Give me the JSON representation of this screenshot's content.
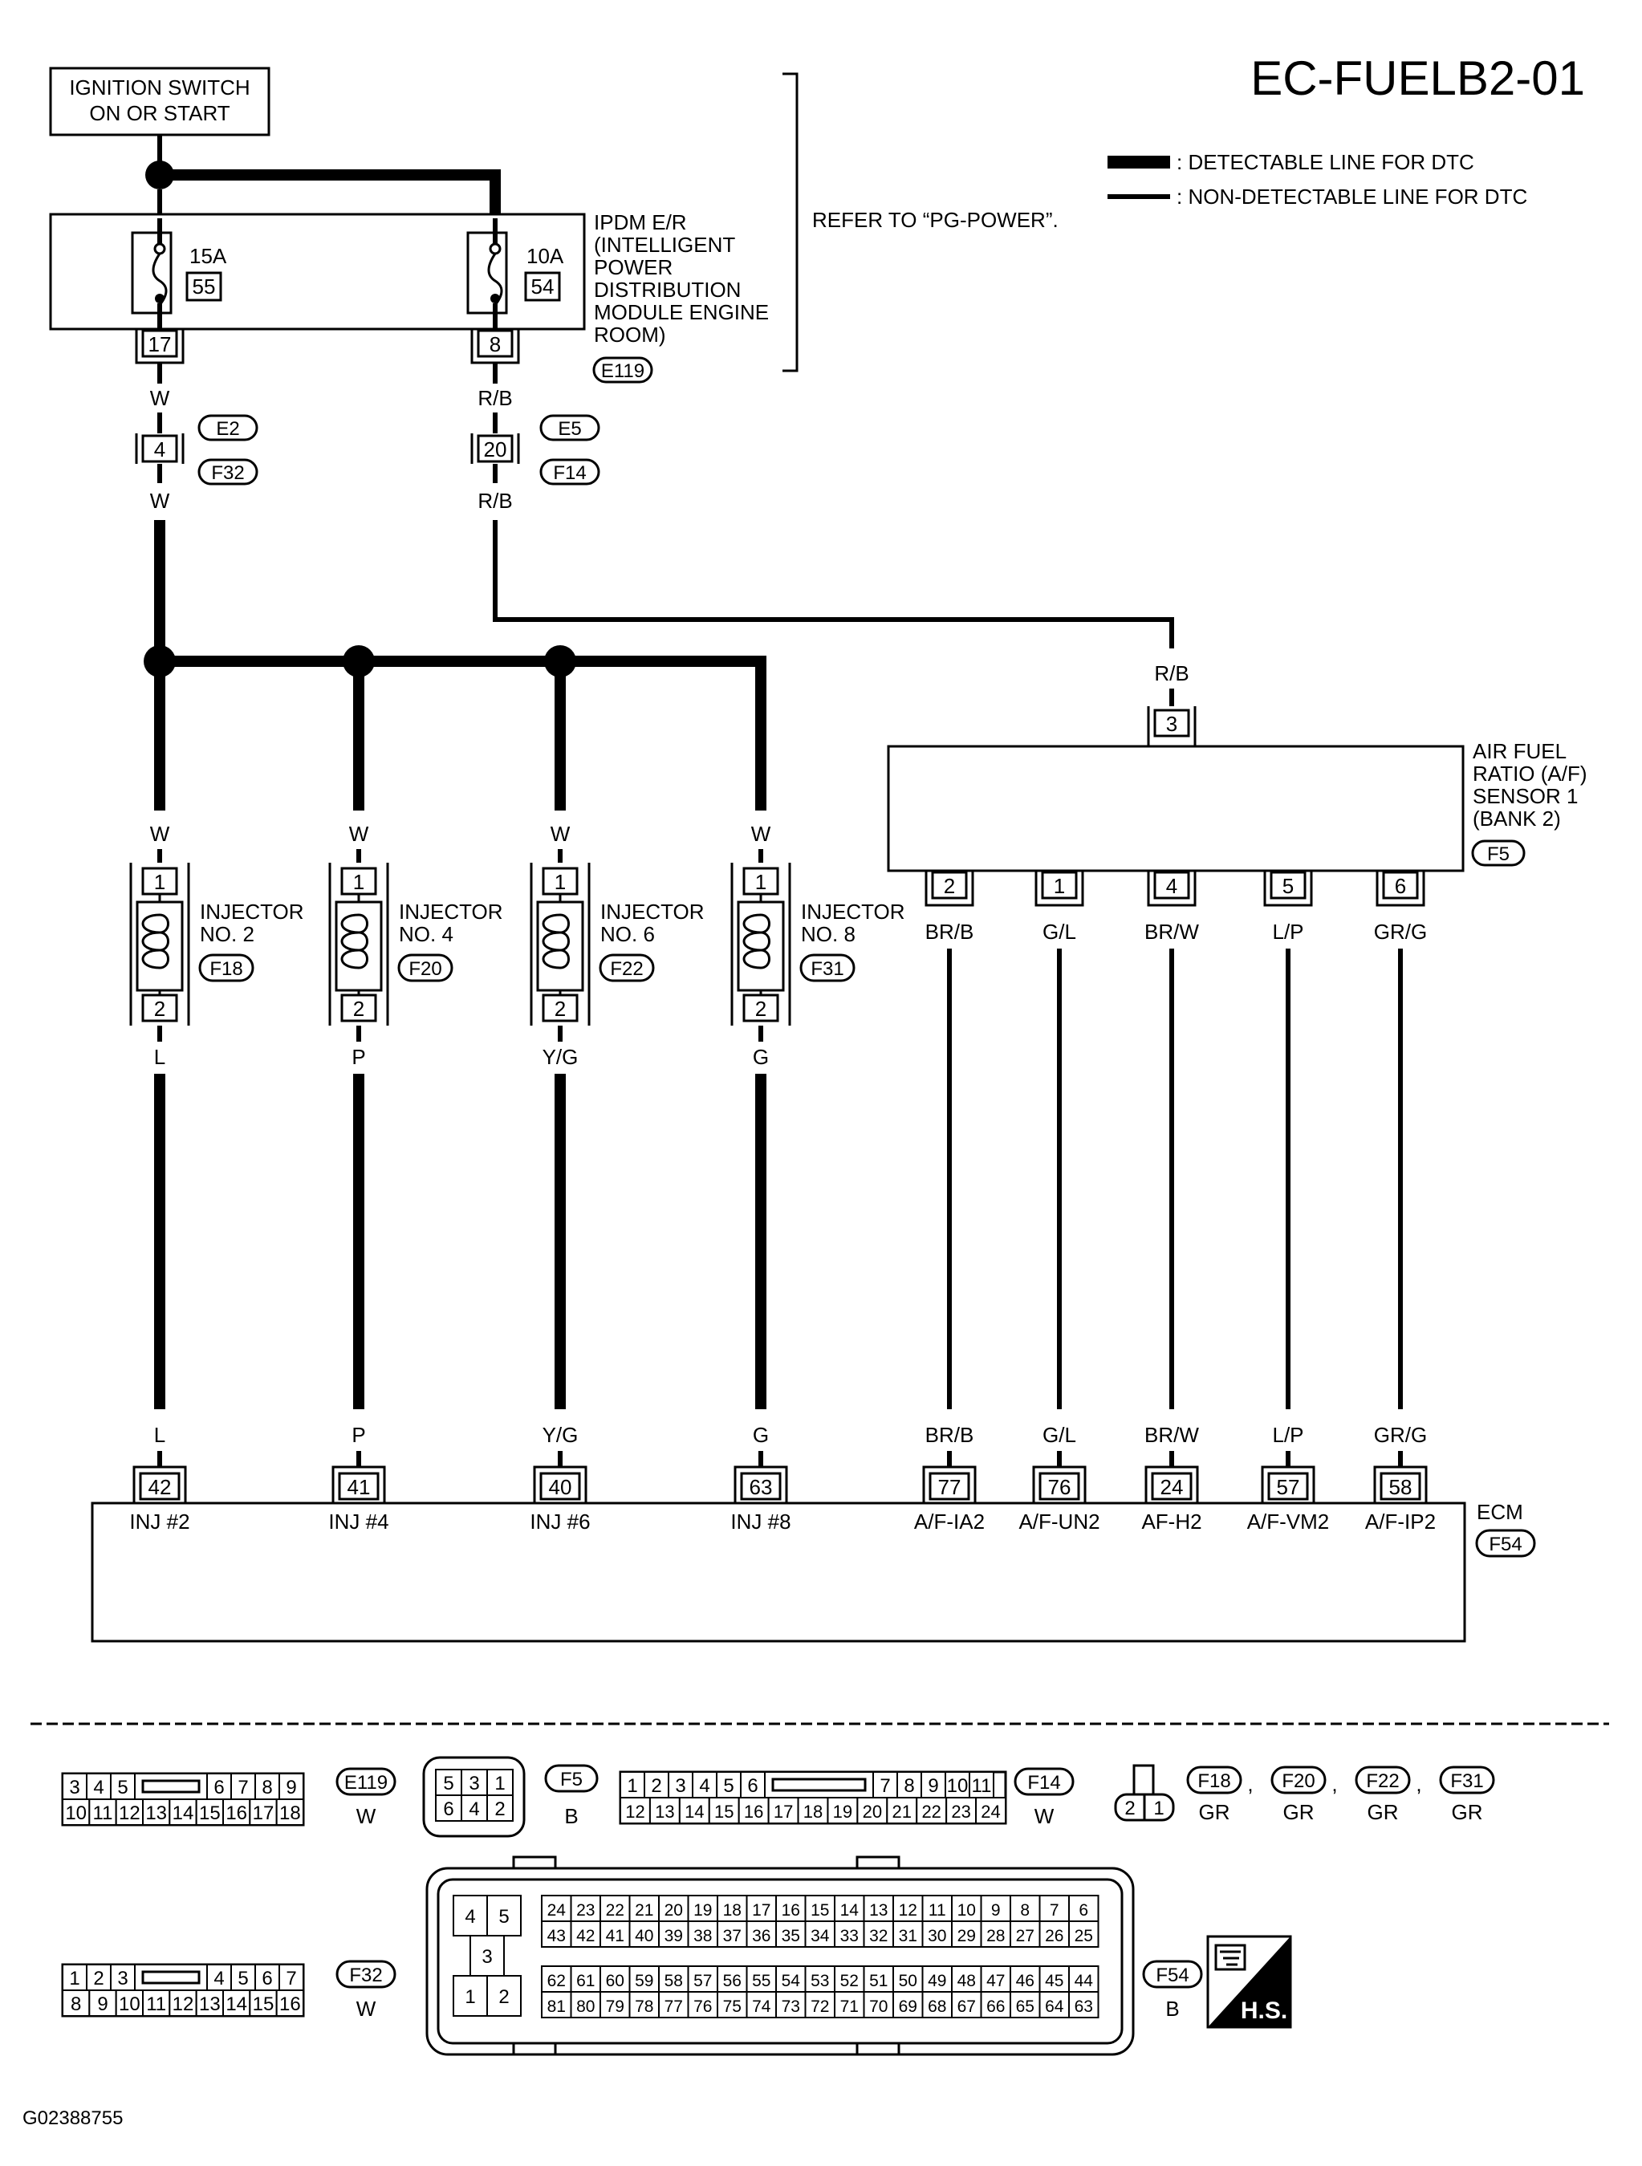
{
  "title": "EC-FUELB2-01",
  "figure_id": "G02388755",
  "legend": {
    "detectable": ": DETECTABLE LINE FOR DTC",
    "non_detectable": ": NON-DETECTABLE LINE FOR DTC"
  },
  "ignition": {
    "line1": "IGNITION SWITCH",
    "line2": "ON OR START"
  },
  "ipdm": {
    "lines": [
      "IPDM E/R",
      "(INTELLIGENT",
      "POWER",
      "DISTRIBUTION",
      "MODULE ENGINE",
      "ROOM)"
    ],
    "connector": "E119",
    "refer": "REFER TO “PG-POWER”.",
    "fuses": [
      {
        "rating": "15A",
        "number": "55",
        "terminal": "17"
      },
      {
        "rating": "10A",
        "number": "54",
        "terminal": "8"
      }
    ]
  },
  "wires_upper": {
    "left": {
      "color_top": "W",
      "terminal": "4",
      "conn_a": "E2",
      "conn_b": "F32",
      "color_bottom": "W"
    },
    "right": {
      "color_top": "R/B",
      "terminal": "20",
      "conn_a": "E5",
      "conn_b": "F14",
      "color_bottom": "R/B"
    }
  },
  "injectors": [
    {
      "label1": "INJECTOR",
      "label2": "NO. 2",
      "connector": "F18",
      "color_in": "W",
      "pin_top": "1",
      "pin_bottom": "2",
      "color_out": "L",
      "ecm_color": "L",
      "ecm_pin": "42",
      "ecm_name": "INJ #2"
    },
    {
      "label1": "INJECTOR",
      "label2": "NO. 4",
      "connector": "F20",
      "color_in": "W",
      "pin_top": "1",
      "pin_bottom": "2",
      "color_out": "P",
      "ecm_color": "P",
      "ecm_pin": "41",
      "ecm_name": "INJ #4"
    },
    {
      "label1": "INJECTOR",
      "label2": "NO. 6",
      "connector": "F22",
      "color_in": "W",
      "pin_top": "1",
      "pin_bottom": "2",
      "color_out": "Y/G",
      "ecm_color": "Y/G",
      "ecm_pin": "40",
      "ecm_name": "INJ #6"
    },
    {
      "label1": "INJECTOR",
      "label2": "NO. 8",
      "connector": "F31",
      "color_in": "W",
      "pin_top": "1",
      "pin_bottom": "2",
      "color_out": "G",
      "ecm_color": "G",
      "ecm_pin": "63",
      "ecm_name": "INJ #8"
    }
  ],
  "af_sensor": {
    "lines": [
      "AIR FUEL",
      "RATIO (A/F)",
      "SENSOR 1",
      "(BANK 2)"
    ],
    "connector": "F5",
    "supply_color": "R/B",
    "supply_pin": "3",
    "pins": [
      {
        "pin": "2",
        "color": "BR/B",
        "ecm_color": "BR/B",
        "ecm_pin": "77",
        "ecm_name": "A/F-IA2"
      },
      {
        "pin": "1",
        "color": "G/L",
        "ecm_color": "G/L",
        "ecm_pin": "76",
        "ecm_name": "A/F-UN2"
      },
      {
        "pin": "4",
        "color": "BR/W",
        "ecm_color": "BR/W",
        "ecm_pin": "24",
        "ecm_name": "AF-H2"
      },
      {
        "pin": "5",
        "color": "L/P",
        "ecm_color": "L/P",
        "ecm_pin": "57",
        "ecm_name": "A/F-VM2"
      },
      {
        "pin": "6",
        "color": "GR/G",
        "ecm_color": "GR/G",
        "ecm_pin": "58",
        "ecm_name": "A/F-IP2"
      }
    ]
  },
  "ecm": {
    "label": "ECM",
    "connector": "F54"
  },
  "connector_views": {
    "e119": {
      "id": "E119",
      "color": "W",
      "row1": [
        "3",
        "4",
        "5",
        "",
        "6",
        "7",
        "8",
        "9"
      ],
      "row2": [
        "10",
        "11",
        "12",
        "13",
        "14",
        "15",
        "16",
        "17",
        "18"
      ]
    },
    "f5": {
      "id": "F5",
      "color": "B",
      "row1": [
        "5",
        "3",
        "1"
      ],
      "row2": [
        "6",
        "4",
        "2"
      ]
    },
    "f14": {
      "id": "F14",
      "color": "W",
      "row1": [
        "1",
        "2",
        "3",
        "4",
        "5",
        "6",
        "",
        "7",
        "8",
        "9",
        "10",
        "11"
      ],
      "row2": [
        "12",
        "13",
        "14",
        "15",
        "16",
        "17",
        "18",
        "19",
        "20",
        "21",
        "22",
        "23",
        "24"
      ]
    },
    "inj": {
      "pins": [
        "2",
        "1"
      ],
      "items": [
        {
          "id": "F18",
          "color": "GR"
        },
        {
          "id": "F20",
          "color": "GR"
        },
        {
          "id": "F22",
          "color": "GR"
        },
        {
          "id": "F31",
          "color": "GR"
        }
      ],
      "sep": ","
    },
    "f32": {
      "id": "F32",
      "color": "W",
      "row1": [
        "1",
        "2",
        "3",
        "",
        "4",
        "5",
        "6",
        "7"
      ],
      "row2": [
        "8",
        "9",
        "10",
        "11",
        "12",
        "13",
        "14",
        "15",
        "16"
      ]
    },
    "f54": {
      "id": "F54",
      "color": "B",
      "left_pins": [
        "4",
        "5",
        "3",
        "1",
        "2"
      ],
      "rows": [
        [
          "24",
          "23",
          "22",
          "21",
          "20",
          "19",
          "18",
          "17",
          "16",
          "15",
          "14",
          "13",
          "12",
          "11",
          "10",
          "9",
          "8",
          "7",
          "6"
        ],
        [
          "43",
          "42",
          "41",
          "40",
          "39",
          "38",
          "37",
          "36",
          "35",
          "34",
          "33",
          "32",
          "31",
          "30",
          "29",
          "28",
          "27",
          "26",
          "25"
        ],
        [
          "62",
          "61",
          "60",
          "59",
          "58",
          "57",
          "56",
          "55",
          "54",
          "53",
          "52",
          "51",
          "50",
          "49",
          "48",
          "47",
          "46",
          "45",
          "44"
        ],
        [
          "81",
          "80",
          "79",
          "78",
          "77",
          "76",
          "75",
          "74",
          "73",
          "72",
          "71",
          "70",
          "69",
          "68",
          "67",
          "66",
          "65",
          "64",
          "63"
        ]
      ]
    },
    "hs": "H.S."
  }
}
